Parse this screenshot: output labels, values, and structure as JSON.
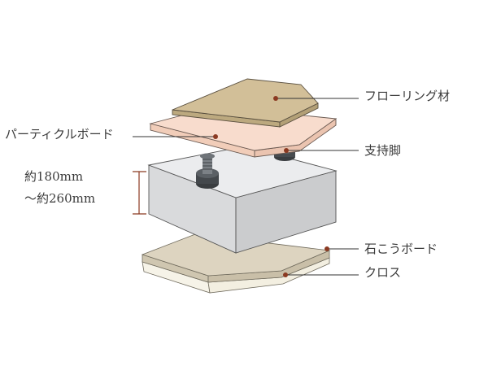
{
  "labels": {
    "flooring": "フローリング材",
    "particle_board": "パーティクルボード",
    "support_leg": "支持脚",
    "height_line1": "約180mm",
    "height_line2": "～約260mm",
    "gypsum_board": "石こうボード",
    "cloth": "クロス"
  },
  "colors": {
    "flooring": "#d2bf98",
    "particle_board": "#f8dccd",
    "concrete": "#e7e8ea",
    "gypsum_board": "#ddd4c0",
    "cloth": "#f2efe2",
    "leader_dot": "#8b3a22",
    "dimension": "#8b3a22"
  }
}
